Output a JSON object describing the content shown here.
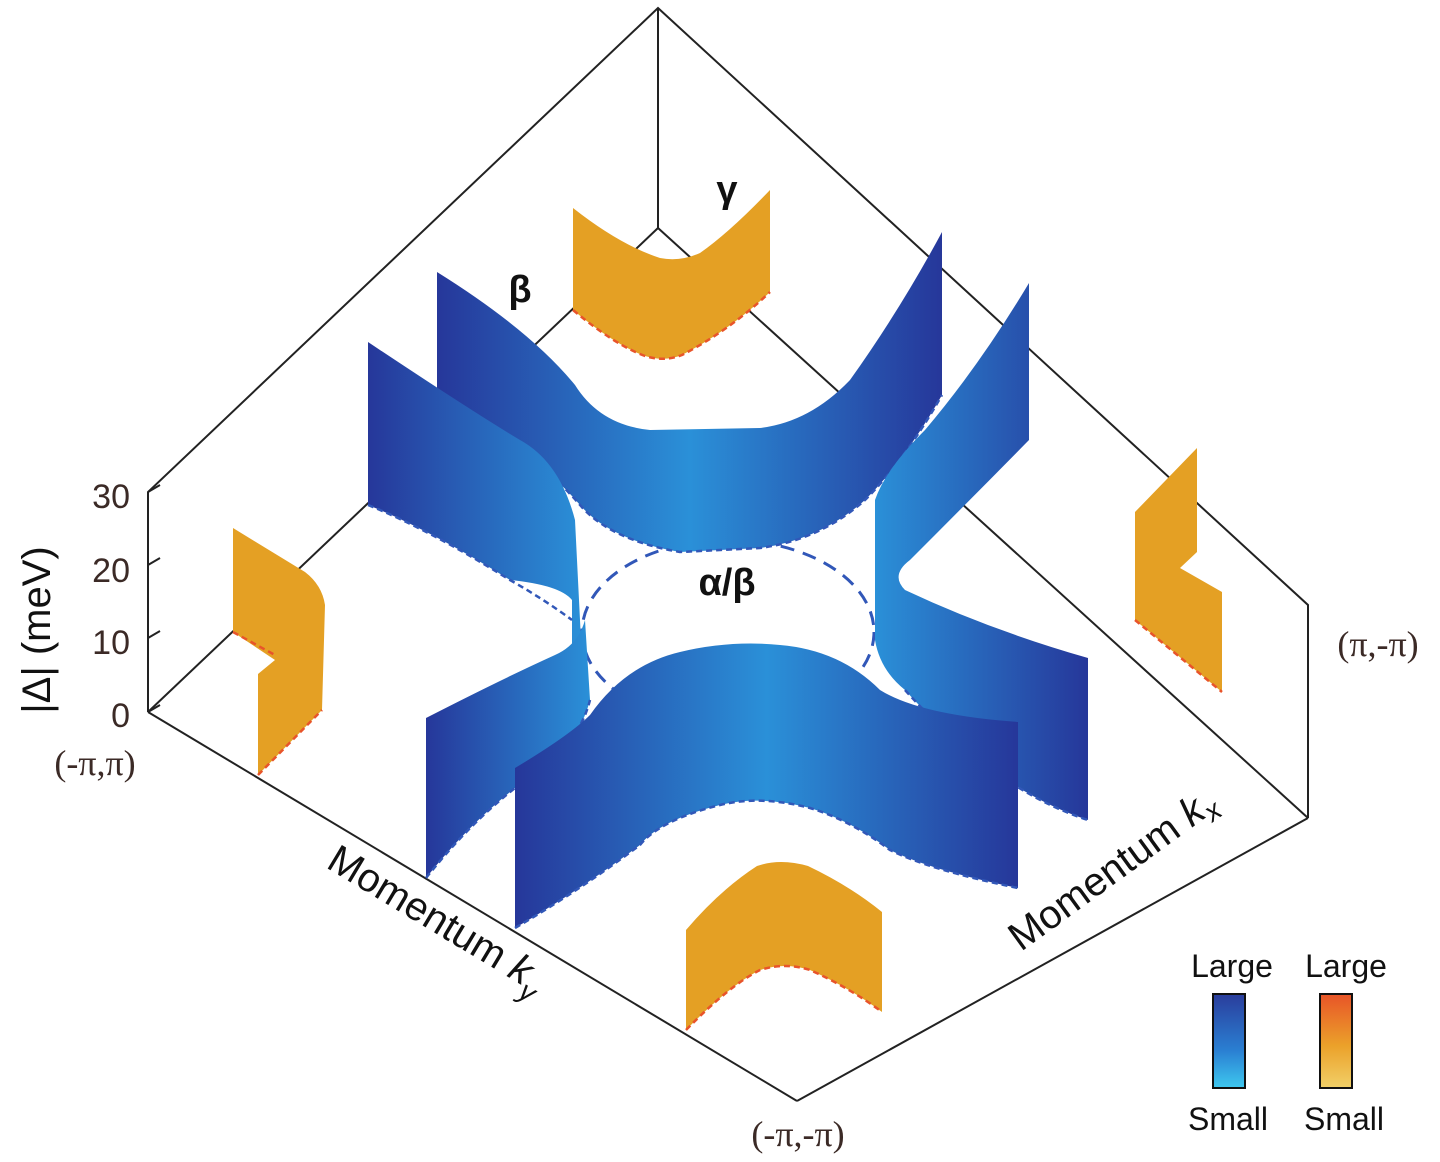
{
  "chart_data": {
    "type": "3d-surface",
    "z_axis": {
      "label": "|Δ| (meV)",
      "ticks": [
        0,
        10,
        20,
        30
      ],
      "range": [
        0,
        30
      ]
    },
    "x_axis": {
      "label_prefix": "Momentum ",
      "label_var": "k",
      "label_sub": "x"
    },
    "y_axis": {
      "label_prefix": "Momentum ",
      "label_var": "k",
      "label_sub": "y"
    },
    "corners": {
      "left": "(-π,π)",
      "bottom": "(-π,-π)",
      "right": "(π,-π)"
    },
    "bands": [
      {
        "label": "β",
        "color_scale": "blue"
      },
      {
        "label": "γ",
        "color_scale": "orange"
      },
      {
        "label": "α/β",
        "color_scale": "blue"
      }
    ],
    "legend": [
      {
        "name": "blue",
        "top": "Large",
        "bottom": "Small",
        "large_color": "#2b3f9e",
        "small_color": "#3cc3ee"
      },
      {
        "name": "orange",
        "top": "Large",
        "bottom": "Small",
        "large_color": "#e8542a",
        "small_color": "#f0d060"
      }
    ],
    "colors": {
      "gap_blue_large": "#253a9a",
      "gap_blue_small": "#2a8fd6",
      "gap_orange": "#e4a024",
      "dash_blue": "#3055b8",
      "dash_orange": "#e8542a"
    }
  }
}
